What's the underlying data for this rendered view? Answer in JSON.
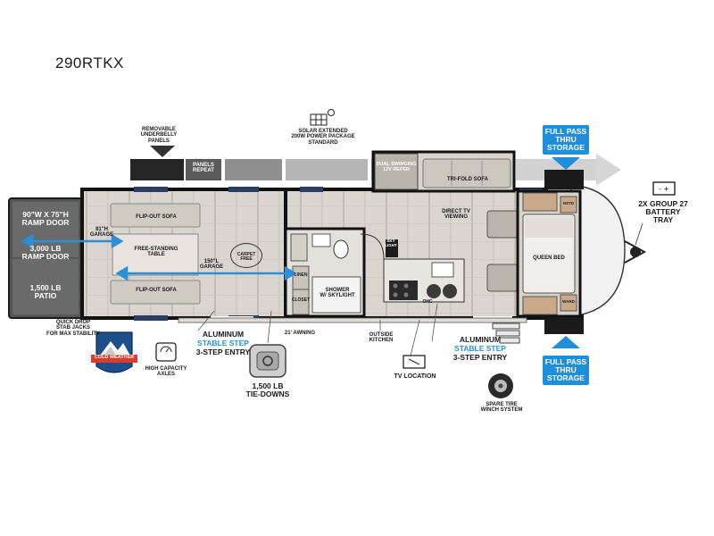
{
  "model": "290RTKX",
  "labels": {
    "underbelly": "REMOVABLE\nUNDERBELLY\nPANELS",
    "panels_repeat": "PANELS\nREPEAT",
    "solar": "SOLAR EXTENDED\n200W POWER PACKAGE\nSTANDARD",
    "storage_top": "FULL PASS\nTHRU\nSTORAGE",
    "storage_bottom": "FULL PASS\nTHRU\nSTORAGE",
    "battery": "2X GROUP 27\nBATTERY\nTRAY",
    "ramp_size": "90\"W x 75\"H\nRAMP DOOR",
    "ramp_weight": "3,000 LB\nRAMP DOOR",
    "patio": "1,500 LB\nPATIO",
    "quick_drop": "QUICK DROP\nSTAB JACKS\nFOR MAX STABILITY",
    "cold_weather": "COLD WEATHER",
    "axles": "HIGH CAPACITY\nAXLES",
    "step_left_1": "ALUMINUM",
    "step_left_2": "STABLE STEP",
    "step_left_3": "3-STEP ENTRY",
    "tiedowns": "1,500 LB\nTIE-DOWNS",
    "awning": "21' AWNING",
    "outside_kitchen": "OUTSIDE\nKITCHEN",
    "step_right_1": "ALUMINUM",
    "step_right_2": "STABLE STEP",
    "step_right_3": "3-STEP ENTRY",
    "tv_location": "TV LOCATION",
    "spare_tire": "SPARE TIRE\nWINCH SYSTEM",
    "garage_81": "81\"H\nGARAGE",
    "flipout_top": "FLIP-OUT SOFA",
    "flipout_bottom": "FLIP-OUT SOFA",
    "table": "FREE-STANDING\nTABLE",
    "garage_150": "150\"L\nGARAGE",
    "carpet_free": "CARPET FREE",
    "linen": "LINEN",
    "closet": "CLOSET",
    "shower": "SHOWER\nW/ SKYLIGHT",
    "refer": "DUAL SWINGING\n12V REFER",
    "trifold": "TRI-FOLD SOFA",
    "directtv": "DIRECT TV\nVIEWING",
    "skylight": "SKY\nLIGHT",
    "ohc": "OHC",
    "queen": "QUEEN BED",
    "nstd": "NSTD",
    "ward": "WARD"
  },
  "colors": {
    "accent_blue": "#1f8fdc",
    "wall": "#1b1b1b",
    "floor": "#d9d5ce"
  }
}
